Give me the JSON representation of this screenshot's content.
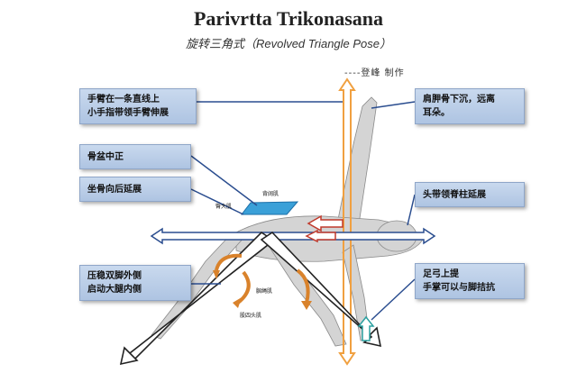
{
  "header": {
    "title": "Parivrtta Trikonasana",
    "subtitle": "旋转三角式（Revolved Triangle Pose）",
    "credit": "----登峰 制作"
  },
  "callouts": {
    "arm": [
      "手臂在一条直线上",
      "小手指带领手臂伸展"
    ],
    "pelvis": "骨盆中正",
    "sitbone": "坐骨向后延展",
    "feet": [
      "压稳双脚外侧",
      "启动大腿内侧"
    ],
    "shoulder": [
      "肩胛骨下沉，远离",
      "耳朵。"
    ],
    "head": "头带领脊柱延展",
    "hip_lift": [
      "足弓上提",
      "手掌可以与脚拮抗"
    ]
  },
  "muscle_labels": {
    "back": "背阔肌",
    "glute": "臀大肌",
    "hamstring": "腘绳肌",
    "quad": "股四头肌"
  },
  "colors": {
    "box_fill": "#b9cde8",
    "arrow_blue": "#2a4d8f",
    "arrow_orange": "#f0a040",
    "arrow_red": "#c0392b",
    "rotation_orange": "#d9822b",
    "plane_blue": "#3aa0d8",
    "up_arrow_teal": "#2aa0a0"
  }
}
